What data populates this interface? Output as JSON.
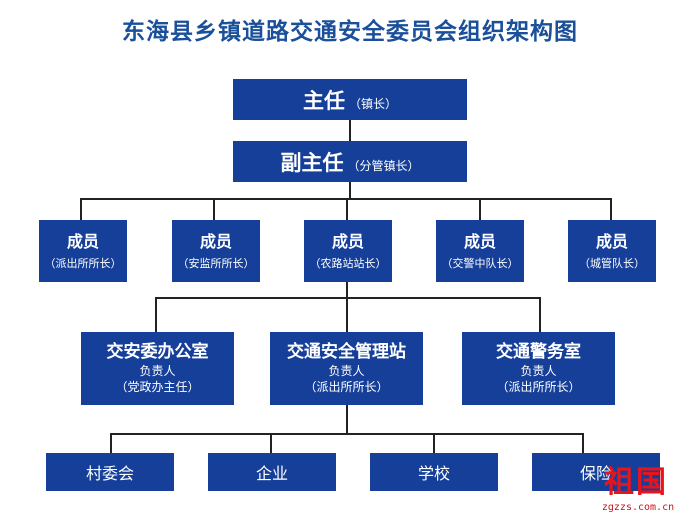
{
  "title": "东海县乡镇道路交通安全委员会组织架构图",
  "director": {
    "role": "主任",
    "note": "（镇长）"
  },
  "deputy": {
    "role": "副主任",
    "note": "（分管镇长）"
  },
  "members": [
    {
      "role": "成员",
      "note": "（派出所所长）"
    },
    {
      "role": "成员",
      "note": "（安监所所长）"
    },
    {
      "role": "成员",
      "note": "（农路站站长）"
    },
    {
      "role": "成员",
      "note": "（交警中队长）"
    },
    {
      "role": "成员",
      "note": "（城管队长）"
    }
  ],
  "departments": [
    {
      "name": "交安委办公室",
      "resp": "负责人",
      "note": "（党政办主任）"
    },
    {
      "name": "交通安全管理站",
      "resp": "负责人",
      "note": "（派出所所长）"
    },
    {
      "name": "交通警务室",
      "resp": "负责人",
      "note": "（派出所所长）"
    }
  ],
  "units": [
    "村委会",
    "企业",
    "学校",
    "保险"
  ],
  "watermark": {
    "text": "祖国",
    "url": "zgzzs.com.cn"
  },
  "colors": {
    "box": "#163f99",
    "title": "#1a4f99",
    "line": "#222222",
    "watermark": "#e8141c"
  }
}
